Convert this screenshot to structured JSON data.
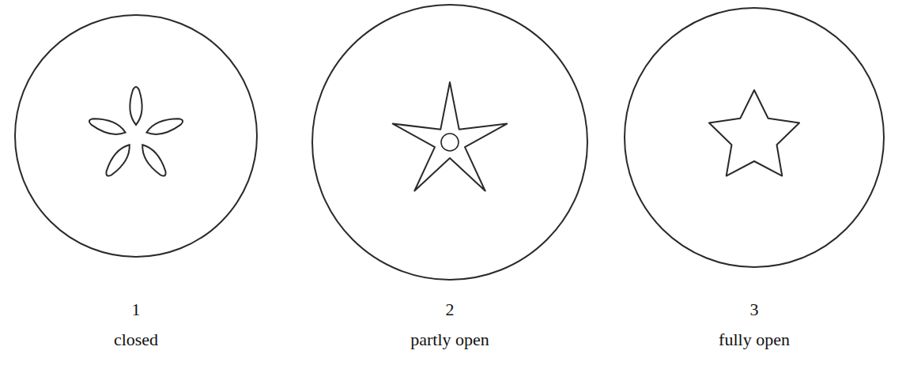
{
  "diagram": {
    "labels": [
      "1",
      "closed",
      "2",
      "partly open",
      "3",
      "fully open"
    ]
  }
}
